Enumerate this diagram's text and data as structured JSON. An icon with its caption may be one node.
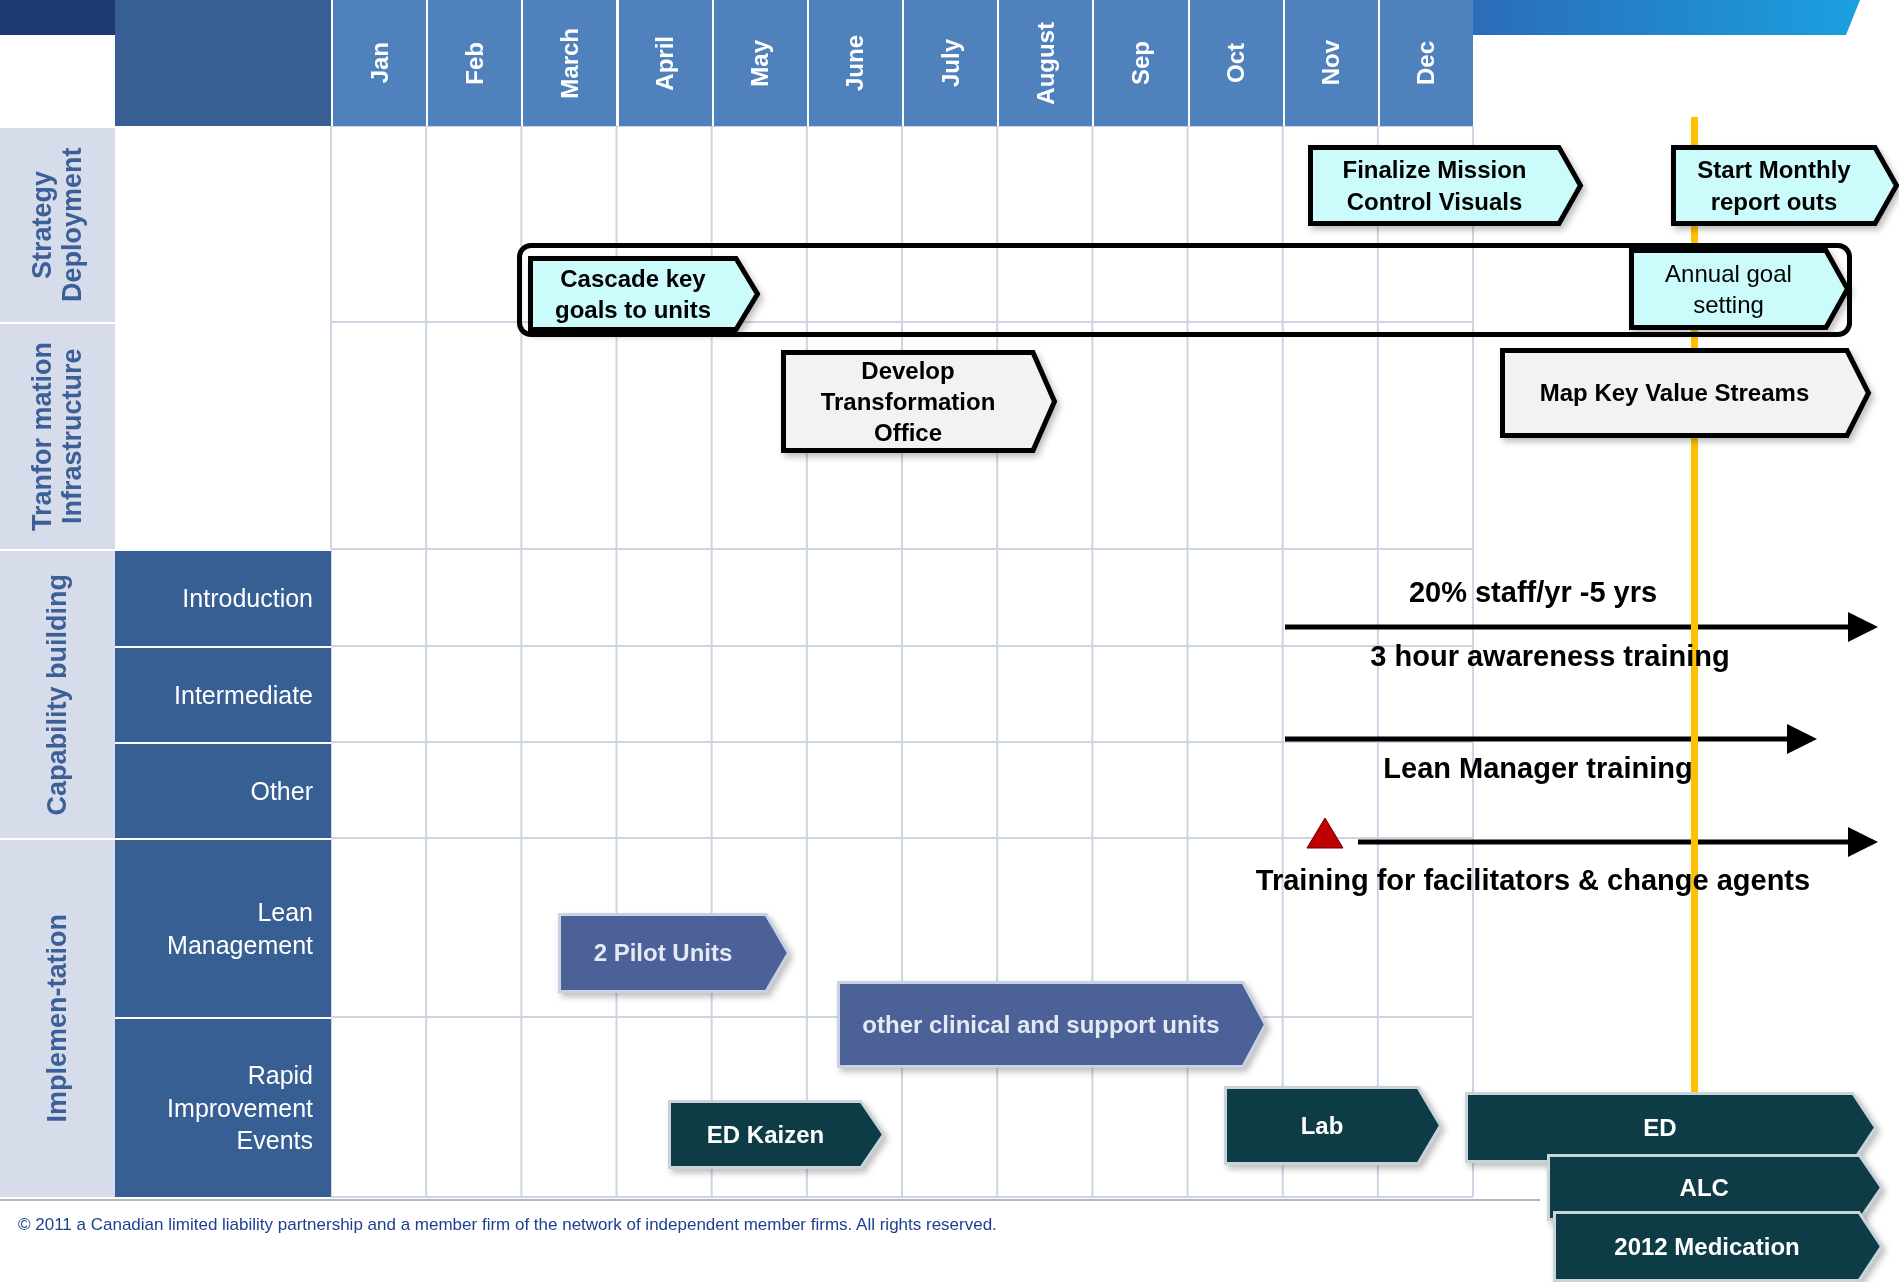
{
  "diagram": {
    "nodes": [
      {
        "text": [
          "Finalize Mission Control Visuals"
        ]
      },
      {
        "text": [
          "Start Monthly report outs"
        ]
      },
      {
        "text": [],
        "shape": "box"
      },
      {
        "text": [
          "Cascade key goals to units"
        ],
        "in": 2
      },
      {
        "text": [
          "Annual goal setting"
        ],
        "in": 2
      },
      {
        "text": [
          "Develop Transformation Office"
        ]
      },
      {
        "text": [
          "Map Key Value Streams"
        ]
      },
      {
        "text": [
          "2 Pilot Units"
        ]
      },
      {
        "text": [
          "other clinical and support units"
        ]
      },
      {
        "text": [
          "ED Kaizen"
        ]
      },
      {
        "text": [
          "Lab"
        ]
      },
      {
        "text": [
          "ED"
        ]
      },
      {
        "text": [
          "ALC"
        ]
      },
      {
        "text": [
          "2012 Medication"
        ]
      }
    ],
    "labels": [
      "Jan",
      "Feb",
      "March",
      "April",
      "May",
      "June",
      "July",
      "August",
      "Sep",
      "Oct",
      "Nov",
      "Dec",
      "Strategy Deployment",
      "Tranfor mation Infrastructure",
      "Capability building",
      "Implemen-tation",
      "Introduction",
      "Intermediate",
      "Other",
      "Lean Management",
      "Rapid Improvement Events",
      "20% staff/yr -5 yrs",
      "3 hour awareness training",
      "Lean Manager training",
      "Training for facilitators & change agents",
      "© 2011 a Canadian limited liability partnership and a member firm of the network of independent member firms. All rights reserved."
    ]
  }
}
